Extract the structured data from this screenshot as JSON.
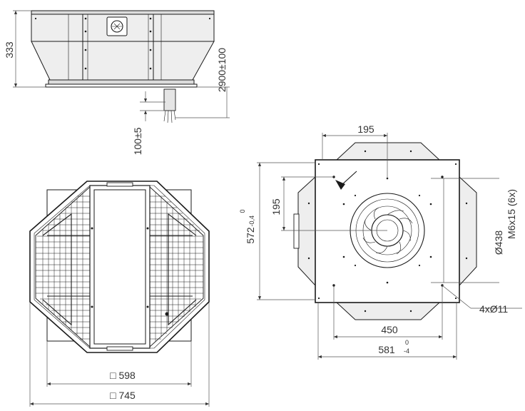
{
  "dimensions": {
    "height_333": "333",
    "cable_2900": "2900±100",
    "cable_100": "100±5",
    "side_598": "□ 598",
    "side_745": "□ 745",
    "top_195": "195",
    "left_195": "195",
    "left_572": "572",
    "left_572_tol_upper": "0",
    "left_572_tol_lower": "-0,4",
    "dia_438": "Ø438",
    "thread": "M6x15 (6x)",
    "holes": "4xØ11",
    "bottom_450": "450",
    "bottom_581": "581",
    "bottom_581_tol_upper": "0",
    "bottom_581_tol_lower": "-4"
  },
  "colors": {
    "line": "#1a1a1a",
    "dimension": "#555555",
    "panel_fill": "#dcdcdc"
  }
}
